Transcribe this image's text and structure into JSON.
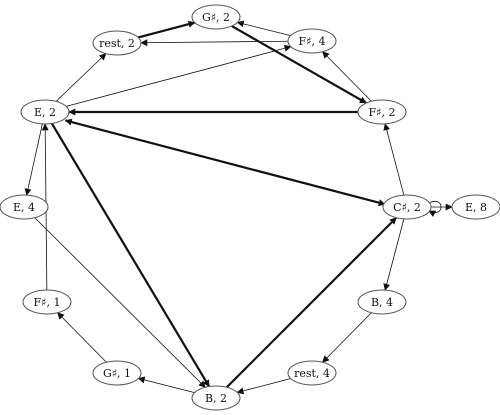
{
  "nodes": [
    {
      "id": "gs2",
      "label": "G♯, 2"
    },
    {
      "id": "rest2",
      "label": "rest, 2"
    },
    {
      "id": "fs4",
      "label": "F♯, 4"
    },
    {
      "id": "e2",
      "label": "E, 2"
    },
    {
      "id": "fs2",
      "label": "F♯, 2"
    },
    {
      "id": "e4",
      "label": "E, 4"
    },
    {
      "id": "cs2",
      "label": "C♯, 2"
    },
    {
      "id": "e8",
      "label": "E, 8"
    },
    {
      "id": "fs1",
      "label": "F♯, 1"
    },
    {
      "id": "b4",
      "label": "B, 4"
    },
    {
      "id": "gs1",
      "label": "G♯, 1"
    },
    {
      "id": "rest4",
      "label": "rest, 4"
    },
    {
      "id": "b2",
      "label": "B, 2"
    }
  ],
  "edges": [
    {
      "from": "rest2",
      "to": "gs2",
      "weight": "thick"
    },
    {
      "from": "gs2",
      "to": "fs2",
      "weight": "thick"
    },
    {
      "from": "fs4",
      "to": "gs2",
      "weight": "thin"
    },
    {
      "from": "fs4",
      "to": "rest2",
      "weight": "thin"
    },
    {
      "from": "fs2",
      "to": "fs4",
      "weight": "thin"
    },
    {
      "from": "e2",
      "to": "fs4",
      "weight": "thin"
    },
    {
      "from": "e2",
      "to": "rest2",
      "weight": "thin"
    },
    {
      "from": "fs2",
      "to": "e2",
      "weight": "thick"
    },
    {
      "from": "cs2",
      "to": "fs2",
      "weight": "thin"
    },
    {
      "from": "e2",
      "to": "cs2",
      "weight": "thick"
    },
    {
      "from": "cs2",
      "to": "e2",
      "weight": "thin"
    },
    {
      "from": "cs2",
      "to": "e8",
      "weight": "thin"
    },
    {
      "from": "cs2",
      "to": "cs2",
      "weight": "thin",
      "loop": true
    },
    {
      "from": "e2",
      "to": "e4",
      "weight": "thin"
    },
    {
      "from": "e2",
      "to": "b2",
      "weight": "thick"
    },
    {
      "from": "e4",
      "to": "b2",
      "weight": "thin"
    },
    {
      "from": "b2",
      "to": "cs2",
      "weight": "thick"
    },
    {
      "from": "cs2",
      "to": "b4",
      "weight": "thin"
    },
    {
      "from": "b4",
      "to": "rest4",
      "weight": "thin"
    },
    {
      "from": "rest4",
      "to": "b2",
      "weight": "thin"
    },
    {
      "from": "b2",
      "to": "gs1",
      "weight": "thin"
    },
    {
      "from": "gs1",
      "to": "fs1",
      "weight": "thin"
    },
    {
      "from": "fs1",
      "to": "e2",
      "weight": "thin"
    }
  ]
}
